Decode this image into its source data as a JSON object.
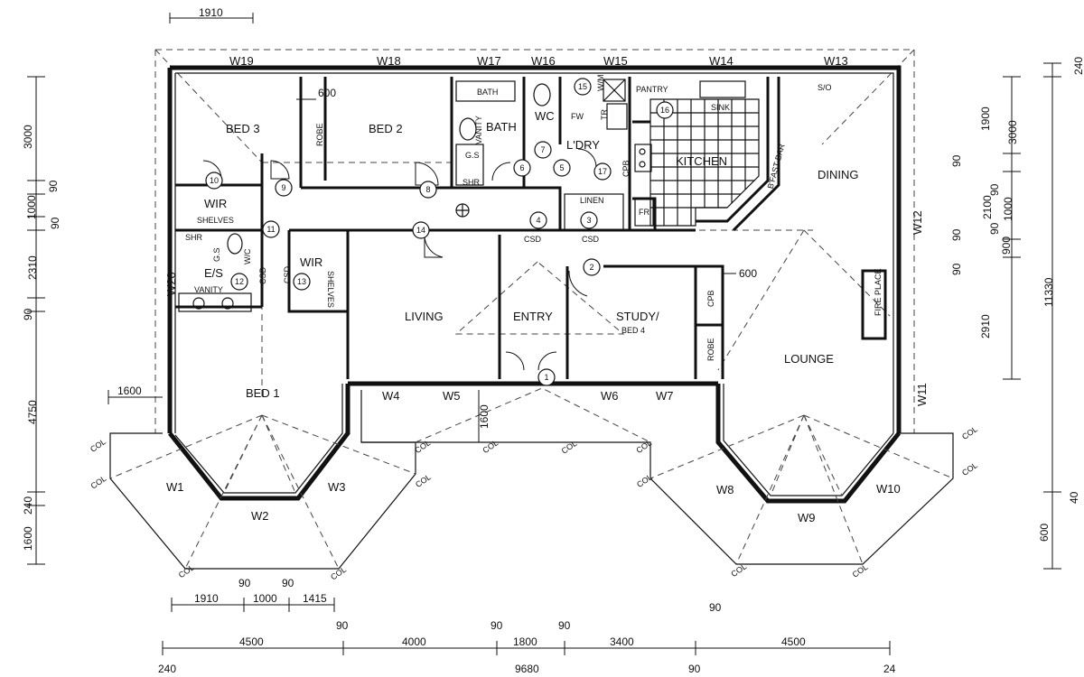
{
  "rooms": {
    "bed3": "BED 3",
    "bed2": "BED 2",
    "bath": "BATH",
    "bath_tub": "BATH",
    "vanity": "VANITY",
    "wc": "WC",
    "ldry": "L'DRY",
    "pantry": "PANTRY",
    "sink": "SINK",
    "kitchen": "KITCHEN",
    "bfast_bar": "B'FAST BAR",
    "dining": "DINING",
    "wir_a": "WIR",
    "shelves_a": "SHELVES",
    "shr_es": "SHR",
    "gs_es": "G.S",
    "wc_es": "W/C",
    "es": "E/S",
    "vanity_es": "VANITY",
    "wir_b": "WIR",
    "shelves_b": "SHELVES",
    "living": "LIVING",
    "entry": "ENTRY",
    "study": "STUDY/",
    "study2": "BED 4",
    "cpb": "CPB",
    "robe_study": "ROBE",
    "lounge": "LOUNGE",
    "fireplace": "FIRE PLACE",
    "bed1": "BED 1",
    "robe_bed3": "ROBE",
    "linen": "LINEN",
    "fr": "FR",
    "so": "S/O",
    "fw": "FW",
    "tr": "TR",
    "shr_bath": "SHR",
    "gs_bath": "G.S",
    "wm": "W/M",
    "cpb_ldry": "CPB",
    "csd1": "CSD",
    "csd2": "CSD",
    "csd3": "CSD",
    "csd4": "CSD"
  },
  "windows": [
    "W1",
    "W2",
    "W3",
    "W4",
    "W5",
    "W6",
    "W7",
    "W8",
    "W9",
    "W10",
    "W11",
    "W12",
    "W13",
    "W14",
    "W15",
    "W16",
    "W17",
    "W18",
    "W19",
    "W20"
  ],
  "doors": [
    "1",
    "2",
    "3",
    "4",
    "5",
    "6",
    "7",
    "8",
    "9",
    "10",
    "11",
    "12",
    "13",
    "14",
    "15",
    "16",
    "17"
  ],
  "col_label": "COL",
  "dims": {
    "top_1910": "1910",
    "bed2_600": "600",
    "study_600": "600",
    "bay_1600": "1600",
    "porch_1600": "1600",
    "left": [
      "3000",
      "90",
      "1000",
      "90",
      "2310",
      "90",
      "4750",
      "240",
      "1600"
    ],
    "right_inner": [
      "1900",
      "90",
      "2100",
      "90",
      "90",
      "2910"
    ],
    "right_mid": [
      "3000",
      "90",
      "1000",
      "90",
      "900"
    ],
    "right_outer_top": "240",
    "right_outer": "11330",
    "right_bottom": [
      "40",
      "600"
    ],
    "bottom1": [
      "1910",
      "90",
      "1000",
      "90",
      "1415"
    ],
    "bottom2": [
      "4500",
      "90",
      "4000",
      "90",
      "1800",
      "90",
      "3400",
      "90",
      "4500"
    ],
    "bottom3": [
      "240",
      "9680",
      "90",
      "24"
    ]
  }
}
